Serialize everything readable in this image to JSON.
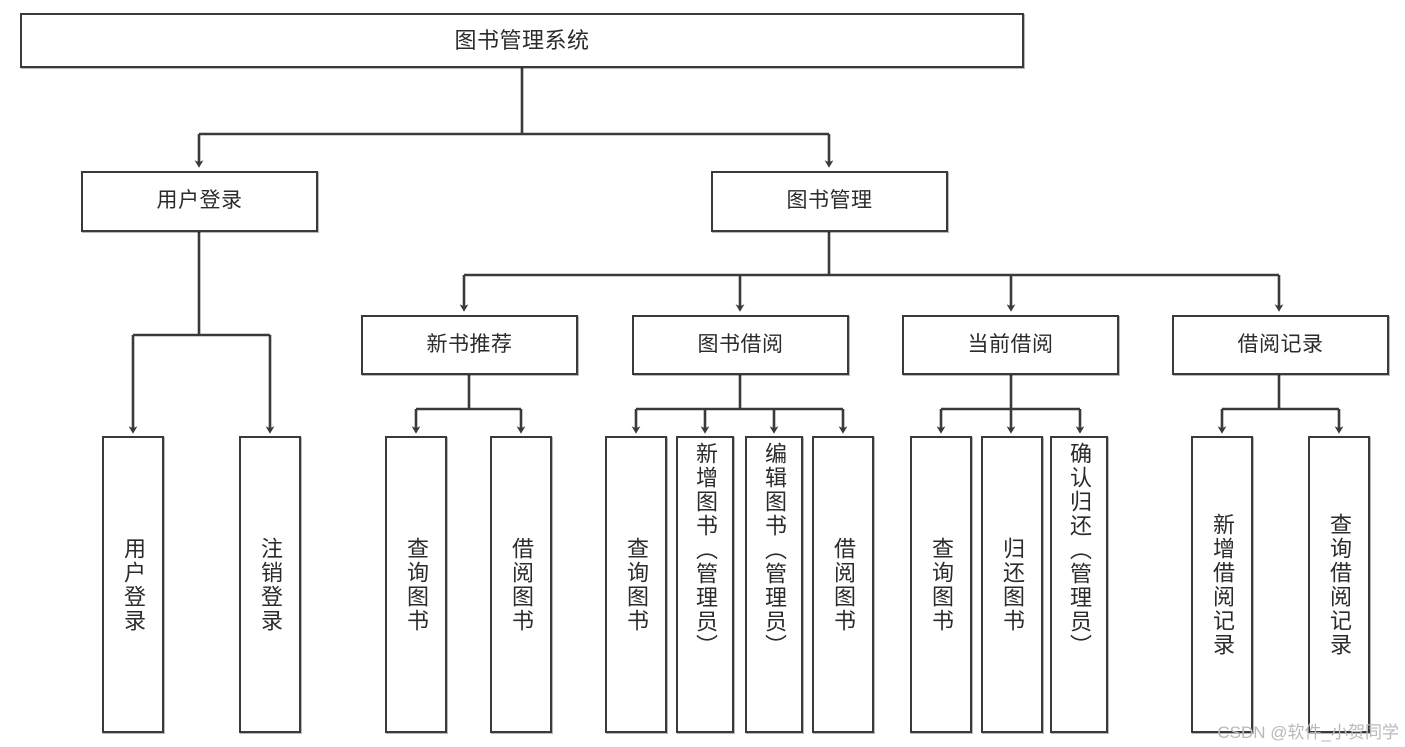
{
  "diagram": {
    "title": "图书管理系统",
    "type": "hierarchy-tree",
    "stroke_color": "#3a3a3a",
    "text_color": "#2b2b2b",
    "background_color": "#ffffff"
  },
  "nodes": {
    "root": {
      "label": "图书管理系统"
    },
    "level1": [
      {
        "label": "用户登录"
      },
      {
        "label": "图书管理"
      }
    ],
    "level2": [
      {
        "label": "新书推荐"
      },
      {
        "label": "图书借阅"
      },
      {
        "label": "当前借阅"
      },
      {
        "label": "借阅记录"
      }
    ],
    "leaves": {
      "user_login": [
        {
          "label": "用户登录"
        },
        {
          "label": "注销登录"
        }
      ],
      "new_book_recommend": [
        {
          "label": "查询图书"
        },
        {
          "label": "借阅图书"
        }
      ],
      "book_borrow": [
        {
          "label": "查询图书"
        },
        {
          "label": "新增图书（管理员）"
        },
        {
          "label": "编辑图书（管理员）"
        },
        {
          "label": "借阅图书"
        }
      ],
      "current_borrow": [
        {
          "label": "查询图书"
        },
        {
          "label": "归还图书"
        },
        {
          "label": "确认归还（管理员）"
        }
      ],
      "borrow_record": [
        {
          "label": "新增借阅记录"
        },
        {
          "label": "查询借阅记录"
        }
      ]
    }
  },
  "watermark": {
    "text": "CSDN @软件_小贺同学"
  }
}
